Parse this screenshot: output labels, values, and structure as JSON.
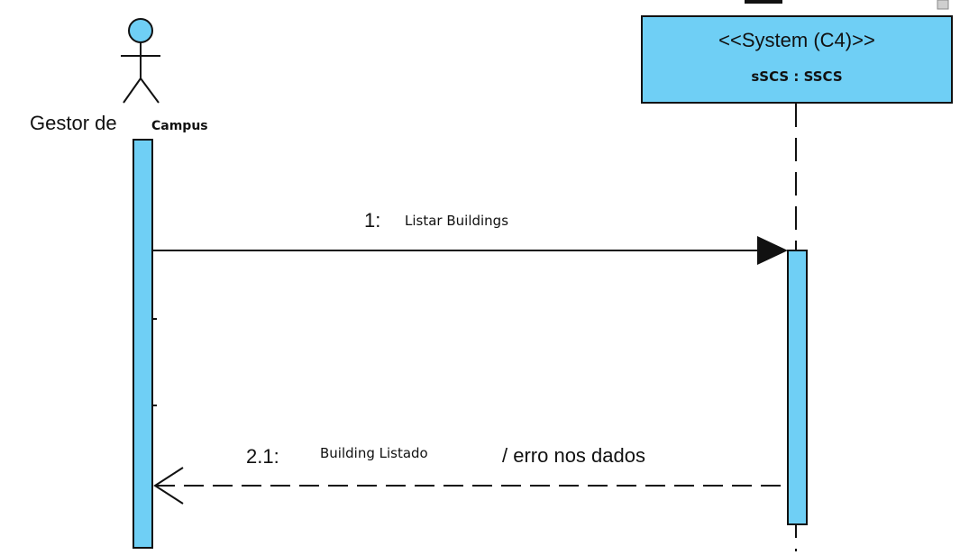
{
  "diagram": {
    "actor": {
      "name_part1": "Gestor de",
      "name_part2": "Campus"
    },
    "system": {
      "stereotype": "<<System (C4)>>",
      "instance": "sSCS : SSCS"
    },
    "messages": [
      {
        "number": "1:",
        "label": "Listar Buildings",
        "kind": "synchronous"
      },
      {
        "number": "2.1:",
        "label": "Building Listado",
        "alt_label": "/ erro nos dados",
        "kind": "return"
      }
    ],
    "colors": {
      "box_fill": "#6fcff5",
      "activation_fill": "#6fcff5",
      "stroke": "#111111"
    }
  }
}
